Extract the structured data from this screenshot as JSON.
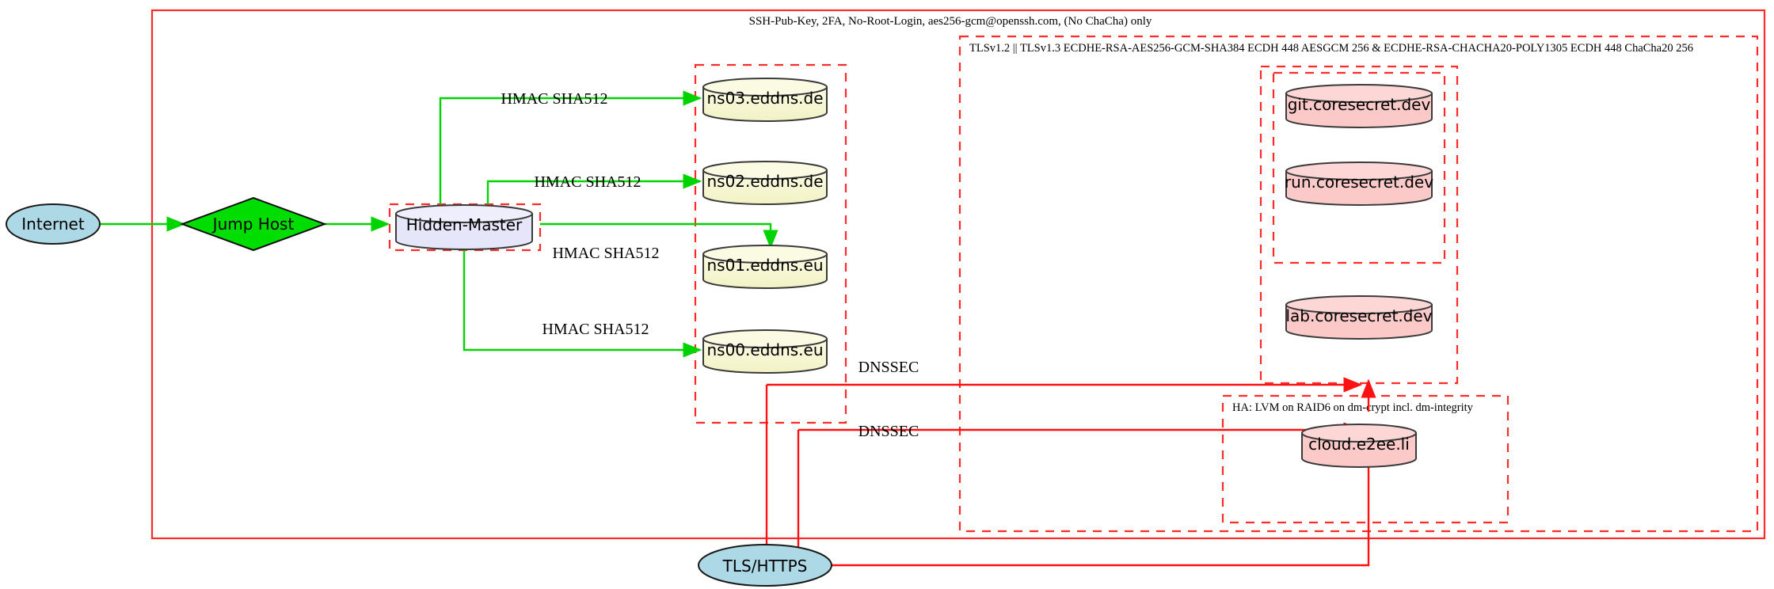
{
  "diagram": {
    "title": "Network security architecture diagram",
    "colors": {
      "group_border": "#ff2a2a",
      "green_edge": "#00d400",
      "red_edge": "#ff1111",
      "internet_fill": "#add8e6",
      "jumphost_fill": "#00dd00",
      "master_fill": "#e6e6fa",
      "dns_fill": "#f5f5cd",
      "app_fill": "#fcc9c9"
    },
    "groups": [
      {
        "id": "ssh-boundary",
        "style": "solid",
        "label": "SSH-Pub-Key, 2FA, No-Root-Login, aes256-gcm@openssh.com, (No ChaCha) only"
      },
      {
        "id": "tls-boundary",
        "style": "dashed",
        "label": "TLSv1.2 || TLSv1.3 ECDHE-RSA-AES256-GCM-SHA384 ECDH 448 AESGCM 256 & ECDHE-RSA-CHACHA20-POLY1305 ECDH 448 ChaCha20 256"
      },
      {
        "id": "ha-boundary",
        "style": "dashed",
        "label": "HA: LVM on RAID6 on dm-crypt incl. dm-integrity"
      },
      {
        "id": "hidden-master-boundary",
        "style": "dashed",
        "label": ""
      },
      {
        "id": "dns-cluster-boundary",
        "style": "dashed",
        "label": ""
      },
      {
        "id": "coresecret-outer-boundary",
        "style": "dashed",
        "label": ""
      },
      {
        "id": "coresecret-inner-boundary",
        "style": "dashed",
        "label": ""
      }
    ],
    "nodes": [
      {
        "id": "internet",
        "label": "Internet",
        "shape": "ellipse"
      },
      {
        "id": "jumphost",
        "label": "Jump Host",
        "shape": "diamond"
      },
      {
        "id": "master",
        "label": "Hidden-Master",
        "shape": "cylinder"
      },
      {
        "id": "ns03",
        "label": "ns03.eddns.de",
        "shape": "cylinder"
      },
      {
        "id": "ns02",
        "label": "ns02.eddns.de",
        "shape": "cylinder"
      },
      {
        "id": "ns01",
        "label": "ns01.eddns.eu",
        "shape": "cylinder"
      },
      {
        "id": "ns00",
        "label": "ns00.eddns.eu",
        "shape": "cylinder"
      },
      {
        "id": "git",
        "label": "git.coresecret.dev",
        "shape": "cylinder"
      },
      {
        "id": "run",
        "label": "run.coresecret.dev",
        "shape": "cylinder"
      },
      {
        "id": "lab",
        "label": "lab.coresecret.dev",
        "shape": "cylinder"
      },
      {
        "id": "cloud",
        "label": "cloud.e2ee.li",
        "shape": "cylinder"
      },
      {
        "id": "tlshttps",
        "label": "TLS/HTTPS",
        "shape": "ellipse"
      }
    ],
    "edges": [
      {
        "from": "internet",
        "to": "jumphost",
        "label": "",
        "color": "green"
      },
      {
        "from": "jumphost",
        "to": "master",
        "label": "",
        "color": "green"
      },
      {
        "from": "master",
        "to": "ns03",
        "label": "HMAC SHA512",
        "color": "green"
      },
      {
        "from": "master",
        "to": "ns02",
        "label": "HMAC SHA512",
        "color": "green"
      },
      {
        "from": "master",
        "to": "ns01",
        "label": "HMAC SHA512",
        "color": "green"
      },
      {
        "from": "master",
        "to": "ns00",
        "label": "HMAC SHA512",
        "color": "green"
      },
      {
        "from": "dns",
        "to": "coresecret",
        "label": "DNSSEC",
        "color": "red"
      },
      {
        "from": "dns",
        "to": "cloud",
        "label": "DNSSEC",
        "color": "red"
      },
      {
        "from": "tlshttps",
        "to": "services",
        "label": "",
        "color": "red"
      }
    ],
    "edge_labels": {
      "hmac": "HMAC SHA512",
      "dnssec": "DNSSEC"
    }
  }
}
